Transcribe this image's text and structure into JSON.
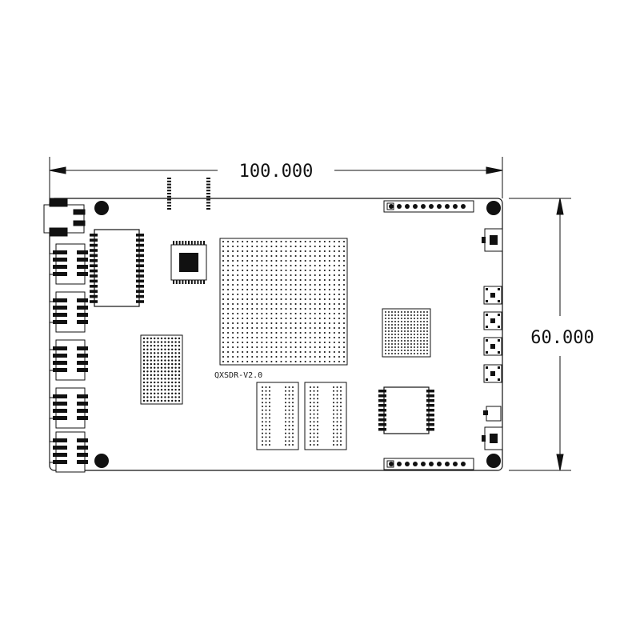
{
  "dimensions": {
    "width_label": "100.000",
    "height_label": "60.000"
  },
  "board": {
    "silkscreen_label": "QXSDR-V2.0"
  },
  "colors": {
    "line": "#111111",
    "board_fill": "#ffffff",
    "component": "#111111"
  }
}
